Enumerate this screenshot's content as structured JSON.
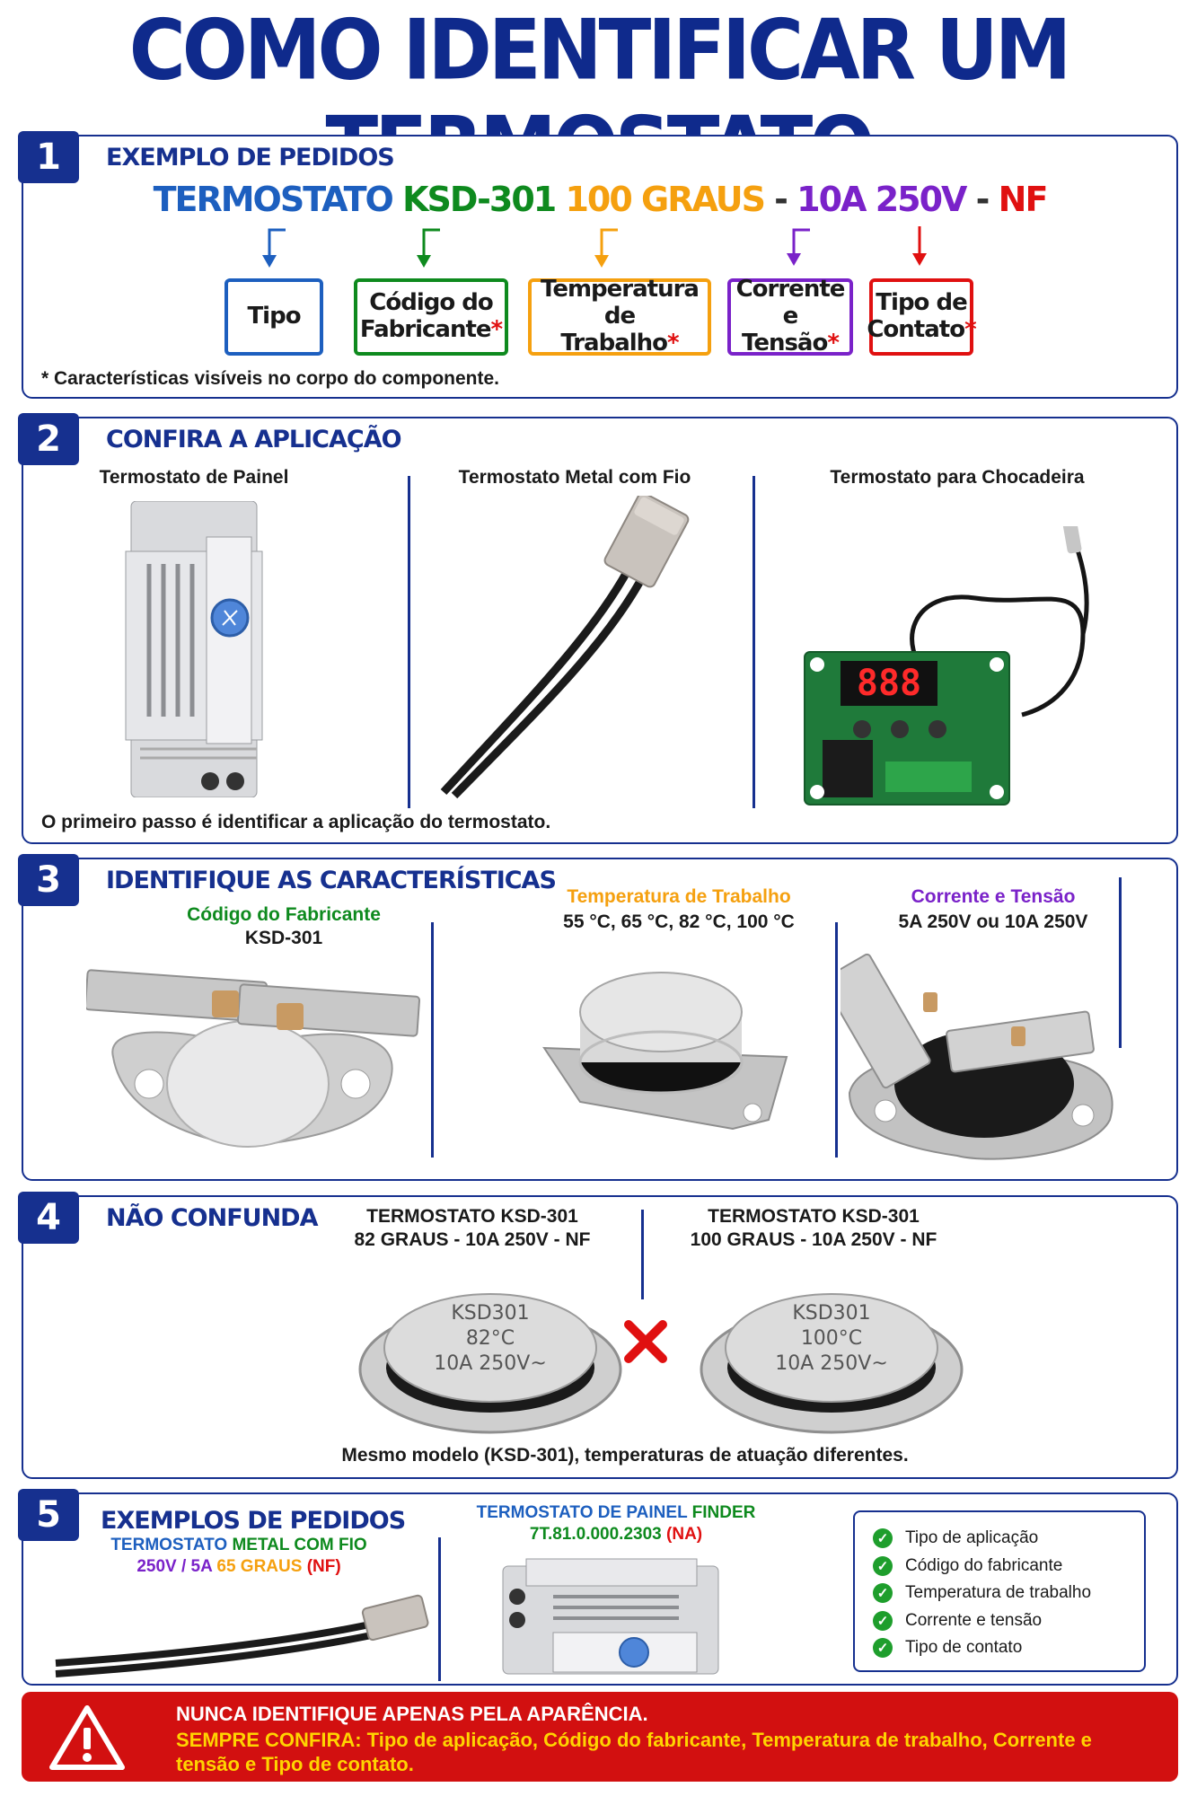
{
  "title": "COMO IDENTIFICAR UM TERMOSTATO",
  "colors": {
    "navy": "#16308f",
    "green": "#0e8a1e",
    "orange": "#f5a00f",
    "purple": "#7a22c9",
    "red": "#e01010",
    "blue": "#1d5fbf"
  },
  "section1": {
    "number": "1",
    "title": "EXEMPLO DE PEDIDOS",
    "order": {
      "part1": "TERMOSTATO",
      "part2": "KSD-301",
      "part3": "100 GRAUS",
      "sep1": " - ",
      "part4": "10A 250V",
      "sep2": " - ",
      "part5": "NF"
    },
    "boxes": [
      {
        "line1": "Tipo",
        "line2": "",
        "star": ""
      },
      {
        "line1": "Código do",
        "line2": "Fabricante",
        "star": "*"
      },
      {
        "line1": "Temperatura de",
        "line2": "Trabalho",
        "star": "*"
      },
      {
        "line1": "Corrente e",
        "line2": "Tensão",
        "star": "*"
      },
      {
        "line1": "Tipo de",
        "line2": "Contato",
        "star": "*"
      }
    ],
    "note": "* Características visíveis no corpo do componente."
  },
  "section2": {
    "number": "2",
    "title": "CONFIRA A APLICAÇÃO",
    "columns": [
      "Termostato de Painel",
      "Termostato Metal com Fio",
      "Termostato para Chocadeira"
    ],
    "note": "O primeiro passo é identificar a aplicação do termostato.",
    "display_digits": "888"
  },
  "section3": {
    "number": "3",
    "title": "IDENTIFIQUE AS CARACTERÍSTICAS",
    "col1_label": "Código do Fabricante",
    "col1_value": "KSD-301",
    "col2_label": "Temperatura de Trabalho",
    "col2_value": "55 °C, 65 °C, 82 °C, 100 °C",
    "col3_label": "Corrente e Tensão",
    "col3_value": "5A 250V ou 10A 250V"
  },
  "section4": {
    "number": "4",
    "title": "NÃO CONFUNDA",
    "left_line1": "TERMOSTATO KSD-301",
    "left_line2": "82 GRAUS - 10A 250V - NF",
    "right_line1": "TERMOSTATO KSD-301",
    "right_line2": "100 GRAUS - 10A 250V - NF",
    "left_stamp": [
      "KSD301",
      "82°C",
      "10A 250V~"
    ],
    "right_stamp": [
      "KSD301",
      "100°C",
      "10A 250V~"
    ],
    "caption": "Mesmo modelo (KSD-301), temperaturas de atuação diferentes."
  },
  "section5": {
    "number": "5",
    "title": "EXEMPLOS DE PEDIDOS",
    "ex1_line1a": "TERMOSTATO ",
    "ex1_line1b": "METAL COM FIO",
    "ex1_line2a": "250V / 5A ",
    "ex1_line2b": "65 GRAUS ",
    "ex1_line2c": "(NF)",
    "ex2_line1a": "TERMOSTATO DE PAINEL ",
    "ex2_line1b": "FINDER",
    "ex2_line2a": "7T.81.0.000.2303 ",
    "ex2_line2b": "(NA)",
    "checklist": [
      "Tipo de aplicação",
      "Código do fabricante",
      "Temperatura de trabalho",
      "Corrente e tensão",
      "Tipo de contato"
    ]
  },
  "alert": {
    "line1": "NUNCA IDENTIFIQUE APENAS PELA APARÊNCIA.",
    "line2_label": "SEMPRE CONFIRA:",
    "line2_text": " Tipo de aplicação, Código do fabricante, Temperatura de trabalho, Corrente e tensão e Tipo de contato."
  }
}
